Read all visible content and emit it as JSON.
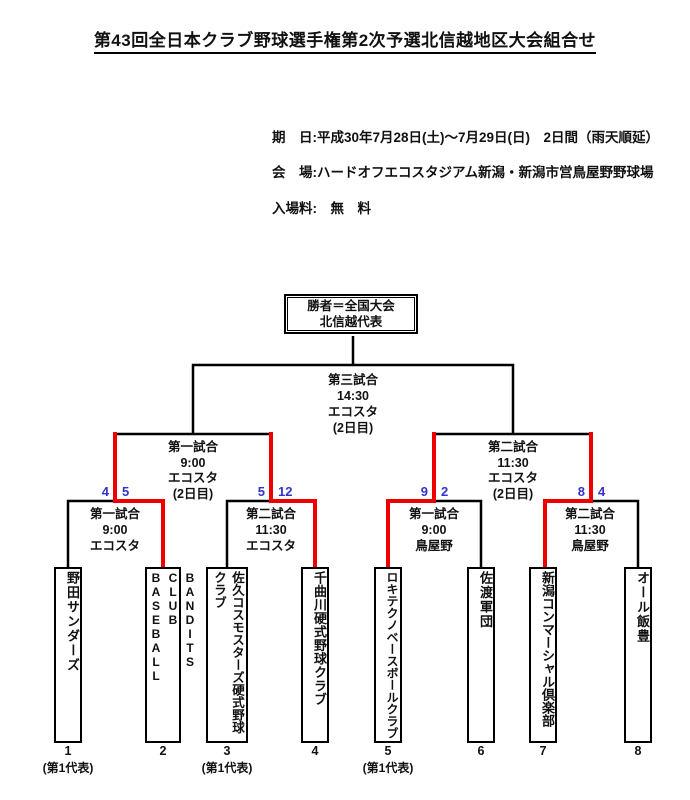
{
  "title": "第43回全日本クラブ野球選手権第2次予選北信越地区大会組合せ",
  "info": {
    "date": "期　日:平成30年7月28日(土)～7月29日(日)　2日間（雨天順延）",
    "venue": "会　場:ハードオフエコスタジアム新潟・新潟市営鳥屋野野球場",
    "admission": "入場料:　無　料"
  },
  "bracket": {
    "champion_box": {
      "line1": "勝者＝全国大会",
      "line2": "北信越代表"
    },
    "final": {
      "label": "第三試合\n14:30\nエコスタ\n(2日目)"
    },
    "semifinals": [
      {
        "label": "第一試合\n9:00\nエコスタ\n(2日目)"
      },
      {
        "label": "第二試合\n11:30\nエコスタ\n(2日目)"
      }
    ],
    "round1": [
      {
        "label": "第一試合\n9:00\nエコスタ",
        "score_left": "4",
        "score_right": "5"
      },
      {
        "label": "第二試合\n11:30\nエコスタ",
        "score_left": "5",
        "score_right": "12"
      },
      {
        "label": "第一試合\n9:00\n鳥屋野",
        "score_left": "9",
        "score_right": "2"
      },
      {
        "label": "第二試合\n11:30\n鳥屋野",
        "score_left": "8",
        "score_right": "4"
      }
    ],
    "teams": [
      {
        "seed": "1",
        "name": "野田サンダーズ",
        "note": "(第1代表)"
      },
      {
        "seed": "2",
        "name": "BASEBALL CLUB\nBANDITS",
        "note": ""
      },
      {
        "seed": "3",
        "name": "佐久コスモスターズ硬式野球\nクラブ",
        "note": "(第1代表)"
      },
      {
        "seed": "4",
        "name": "千曲川硬式野球クラブ",
        "note": ""
      },
      {
        "seed": "5",
        "name": "ロキテクノベースボールクラブ",
        "note": "(第1代表)"
      },
      {
        "seed": "6",
        "name": "佐渡軍団",
        "note": ""
      },
      {
        "seed": "7",
        "name": "新潟コンマーシャル倶楽部",
        "note": ""
      },
      {
        "seed": "8",
        "name": "オール飯豊",
        "note": ""
      }
    ],
    "colors": {
      "line": "#000000",
      "winner_path": "#ee0000",
      "score_text": "#3333cc"
    }
  }
}
